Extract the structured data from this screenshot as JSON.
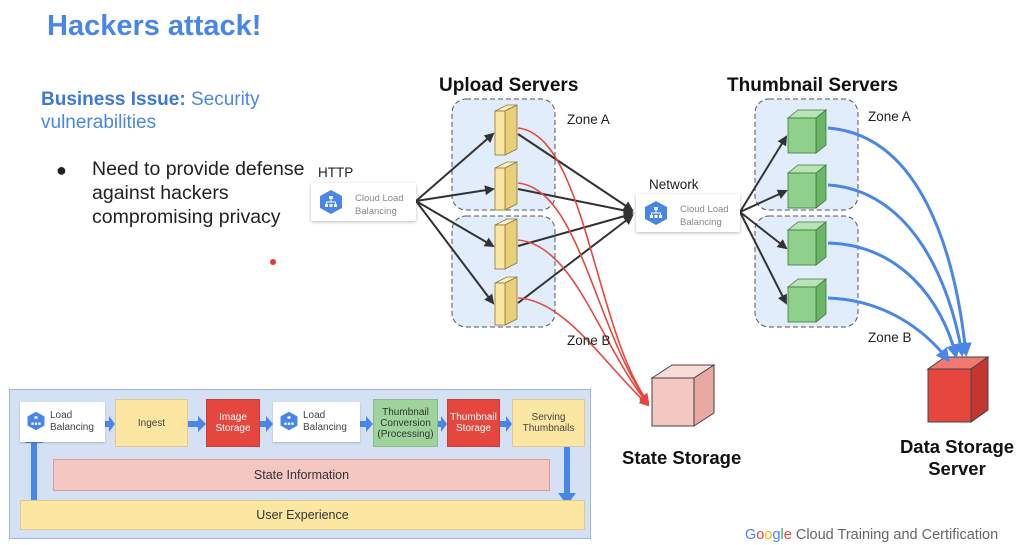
{
  "slide": {
    "title": "Hackers attack!",
    "business_issue_label": "Business Issue:",
    "business_issue_text": "Security vulnerabilities",
    "bullet": "Need to provide defense against hackers compromising privacy"
  },
  "diagram": {
    "http_label": "HTTP",
    "network_label": "Network",
    "lb_line1": "Cloud Load",
    "lb_line2": "Balancing",
    "upload_servers_label": "Upload Servers",
    "thumbnail_servers_label": "Thumbnail Servers",
    "zone_a_upload": "Zone A",
    "zone_b_upload": "Zone B",
    "zone_a_thumb": "Zone A",
    "zone_b_thumb": "Zone B",
    "state_storage_label": "State Storage",
    "data_storage_line1": "Data Storage",
    "data_storage_line2": "Server",
    "colors": {
      "upload_server": "#fbe6a2",
      "thumbnail_server": "#8fd08c",
      "state_storage": "#f4c7c3",
      "data_storage": "#e5473f",
      "red_arrow": "#e5473f",
      "blue_arrow": "#4a86e8",
      "dark_arrow": "#333333"
    }
  },
  "flow": {
    "load_balancing_1_line1": "Load",
    "load_balancing_1_line2": "Balancing",
    "ingest": "Ingest",
    "image_storage_line1": "Image",
    "image_storage_line2": "Storage",
    "load_balancing_2_line1": "Load",
    "load_balancing_2_line2": "Balancing",
    "thumbnail_conversion_line1": "Thumbnail",
    "thumbnail_conversion_line2": "Conversion",
    "thumbnail_conversion_line3": "(Processing)",
    "thumbnail_storage_line1": "Thumbnail",
    "thumbnail_storage_line2": "Storage",
    "serving_thumbnails_line1": "Serving",
    "serving_thumbnails_line2": "Thumbnails",
    "state_information": "State Information",
    "user_experience": "User Experience"
  },
  "footer": {
    "g1": "G",
    "g2": "o",
    "g3": "o",
    "g4": "g",
    "g5": "l",
    "g6": "e",
    "rest": " Cloud Training and Certification"
  }
}
